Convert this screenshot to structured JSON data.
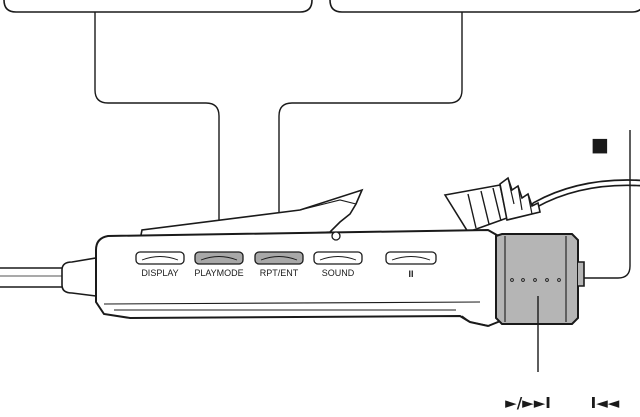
{
  "remote": {
    "buttons": [
      {
        "label": "DISPLAY",
        "highlighted": false
      },
      {
        "label": "PLAYMODE",
        "highlighted": true
      },
      {
        "label": "RPT/ENT",
        "highlighted": true
      },
      {
        "label": "SOUND",
        "highlighted": false
      },
      {
        "label": "II",
        "highlighted": false
      }
    ]
  },
  "symbols": {
    "stop": "■",
    "play_next": "►/►►I",
    "prev": "I◄◄"
  },
  "colors": {
    "line": "#1a1a1a",
    "highlight": "#a8a8a8",
    "knob": "#b5b5b5",
    "background": "#ffffff"
  }
}
